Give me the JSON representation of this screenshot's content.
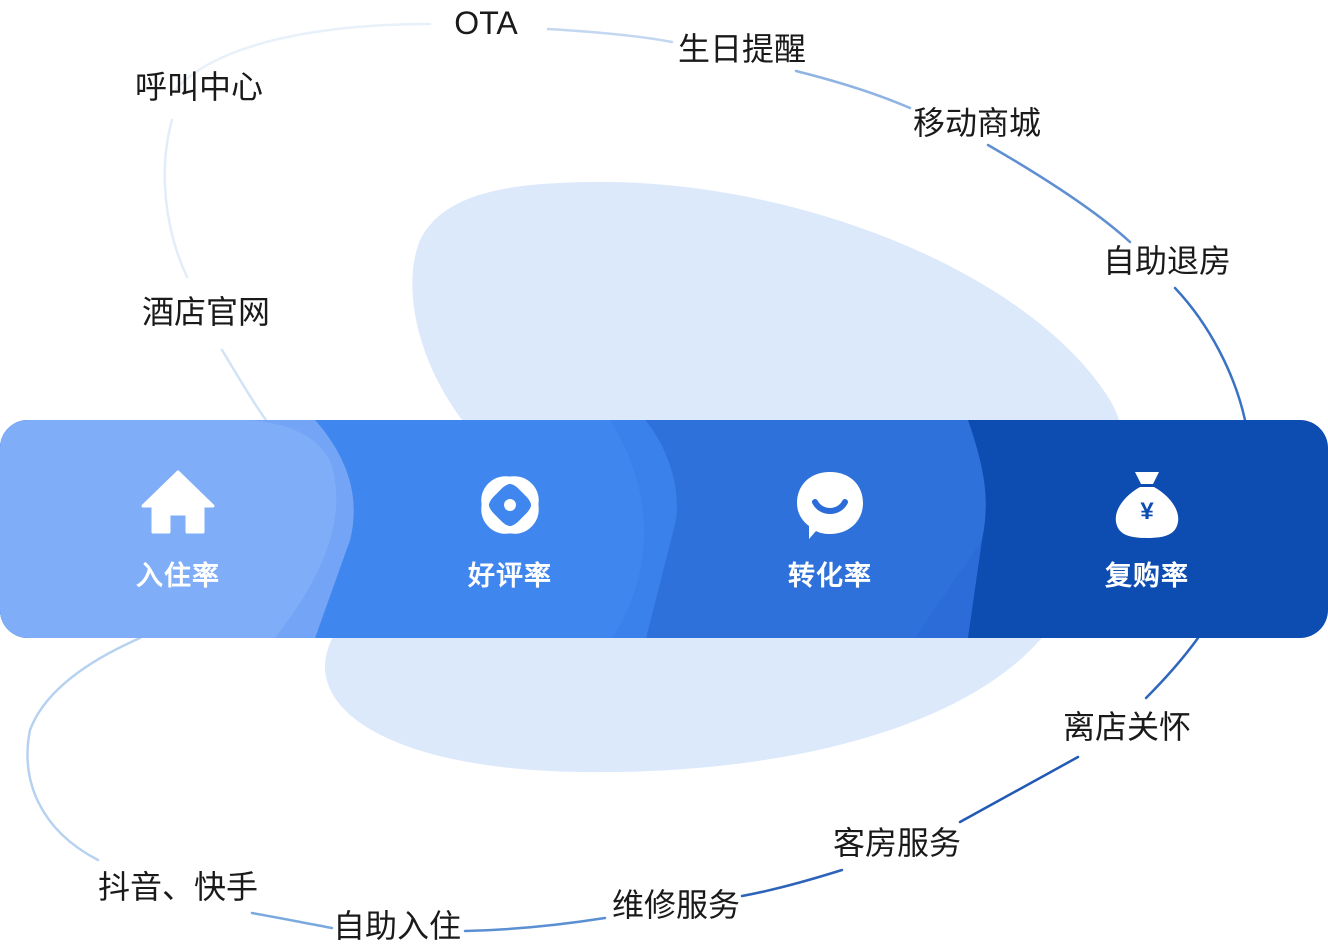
{
  "orbit_labels": {
    "ota": "OTA",
    "birthday_reminder": "生日提醒",
    "mobile_mall": "移动商城",
    "self_checkout": "自助退房",
    "call_center": "呼叫中心",
    "hotel_website": "酒店官网",
    "departure_care": "离店关怀",
    "room_service": "客房服务",
    "maintenance_service": "维修服务",
    "self_checkin": "自助入住",
    "douyin_kuaishou": "抖音、快手"
  },
  "metrics": {
    "occupancy": {
      "label": "入住率",
      "icon": "house-icon"
    },
    "rating": {
      "label": "好评率",
      "icon": "rating-knot-icon"
    },
    "conversion": {
      "label": "转化率",
      "icon": "smile-chat-icon"
    },
    "repurchase": {
      "label": "复购率",
      "icon": "money-bag-icon",
      "icon_symbol": "¥"
    }
  },
  "colors": {
    "segment_1": "#7fadf8",
    "segment_2": "#3f86ee",
    "segment_3": "#2c6cd8",
    "segment_4": "#0d4cb0",
    "blob": "#dce9fb",
    "orbit_light": "#d6e6f7",
    "orbit_dark": "#1e56b2"
  }
}
